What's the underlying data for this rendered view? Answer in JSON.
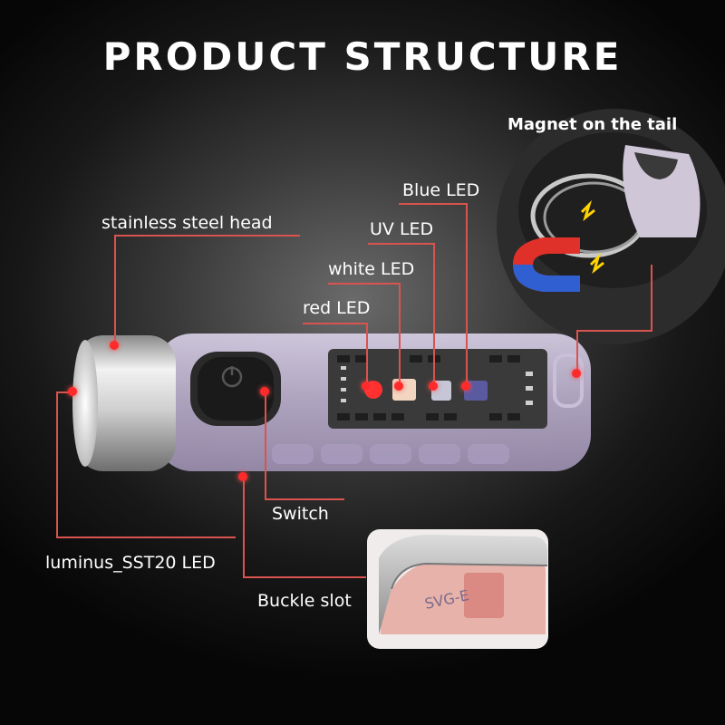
{
  "title": "PRODUCT STRUCTURE",
  "labels": {
    "magnet": "Magnet on the tail",
    "blue_led": "Blue LED",
    "steel_head": "stainless steel head",
    "uv_led": "UV LED",
    "white_led": "white LED",
    "red_led": "red LED",
    "switch": "Switch",
    "sst20": "luminus_SST20 LED",
    "buckle": "Buckle slot"
  },
  "clip_text": "SVG-E",
  "colors": {
    "leader": "#d9534f",
    "dot": "#ff2a2a",
    "magnet_red": "#e0302a",
    "magnet_blue": "#2f5fd0"
  }
}
